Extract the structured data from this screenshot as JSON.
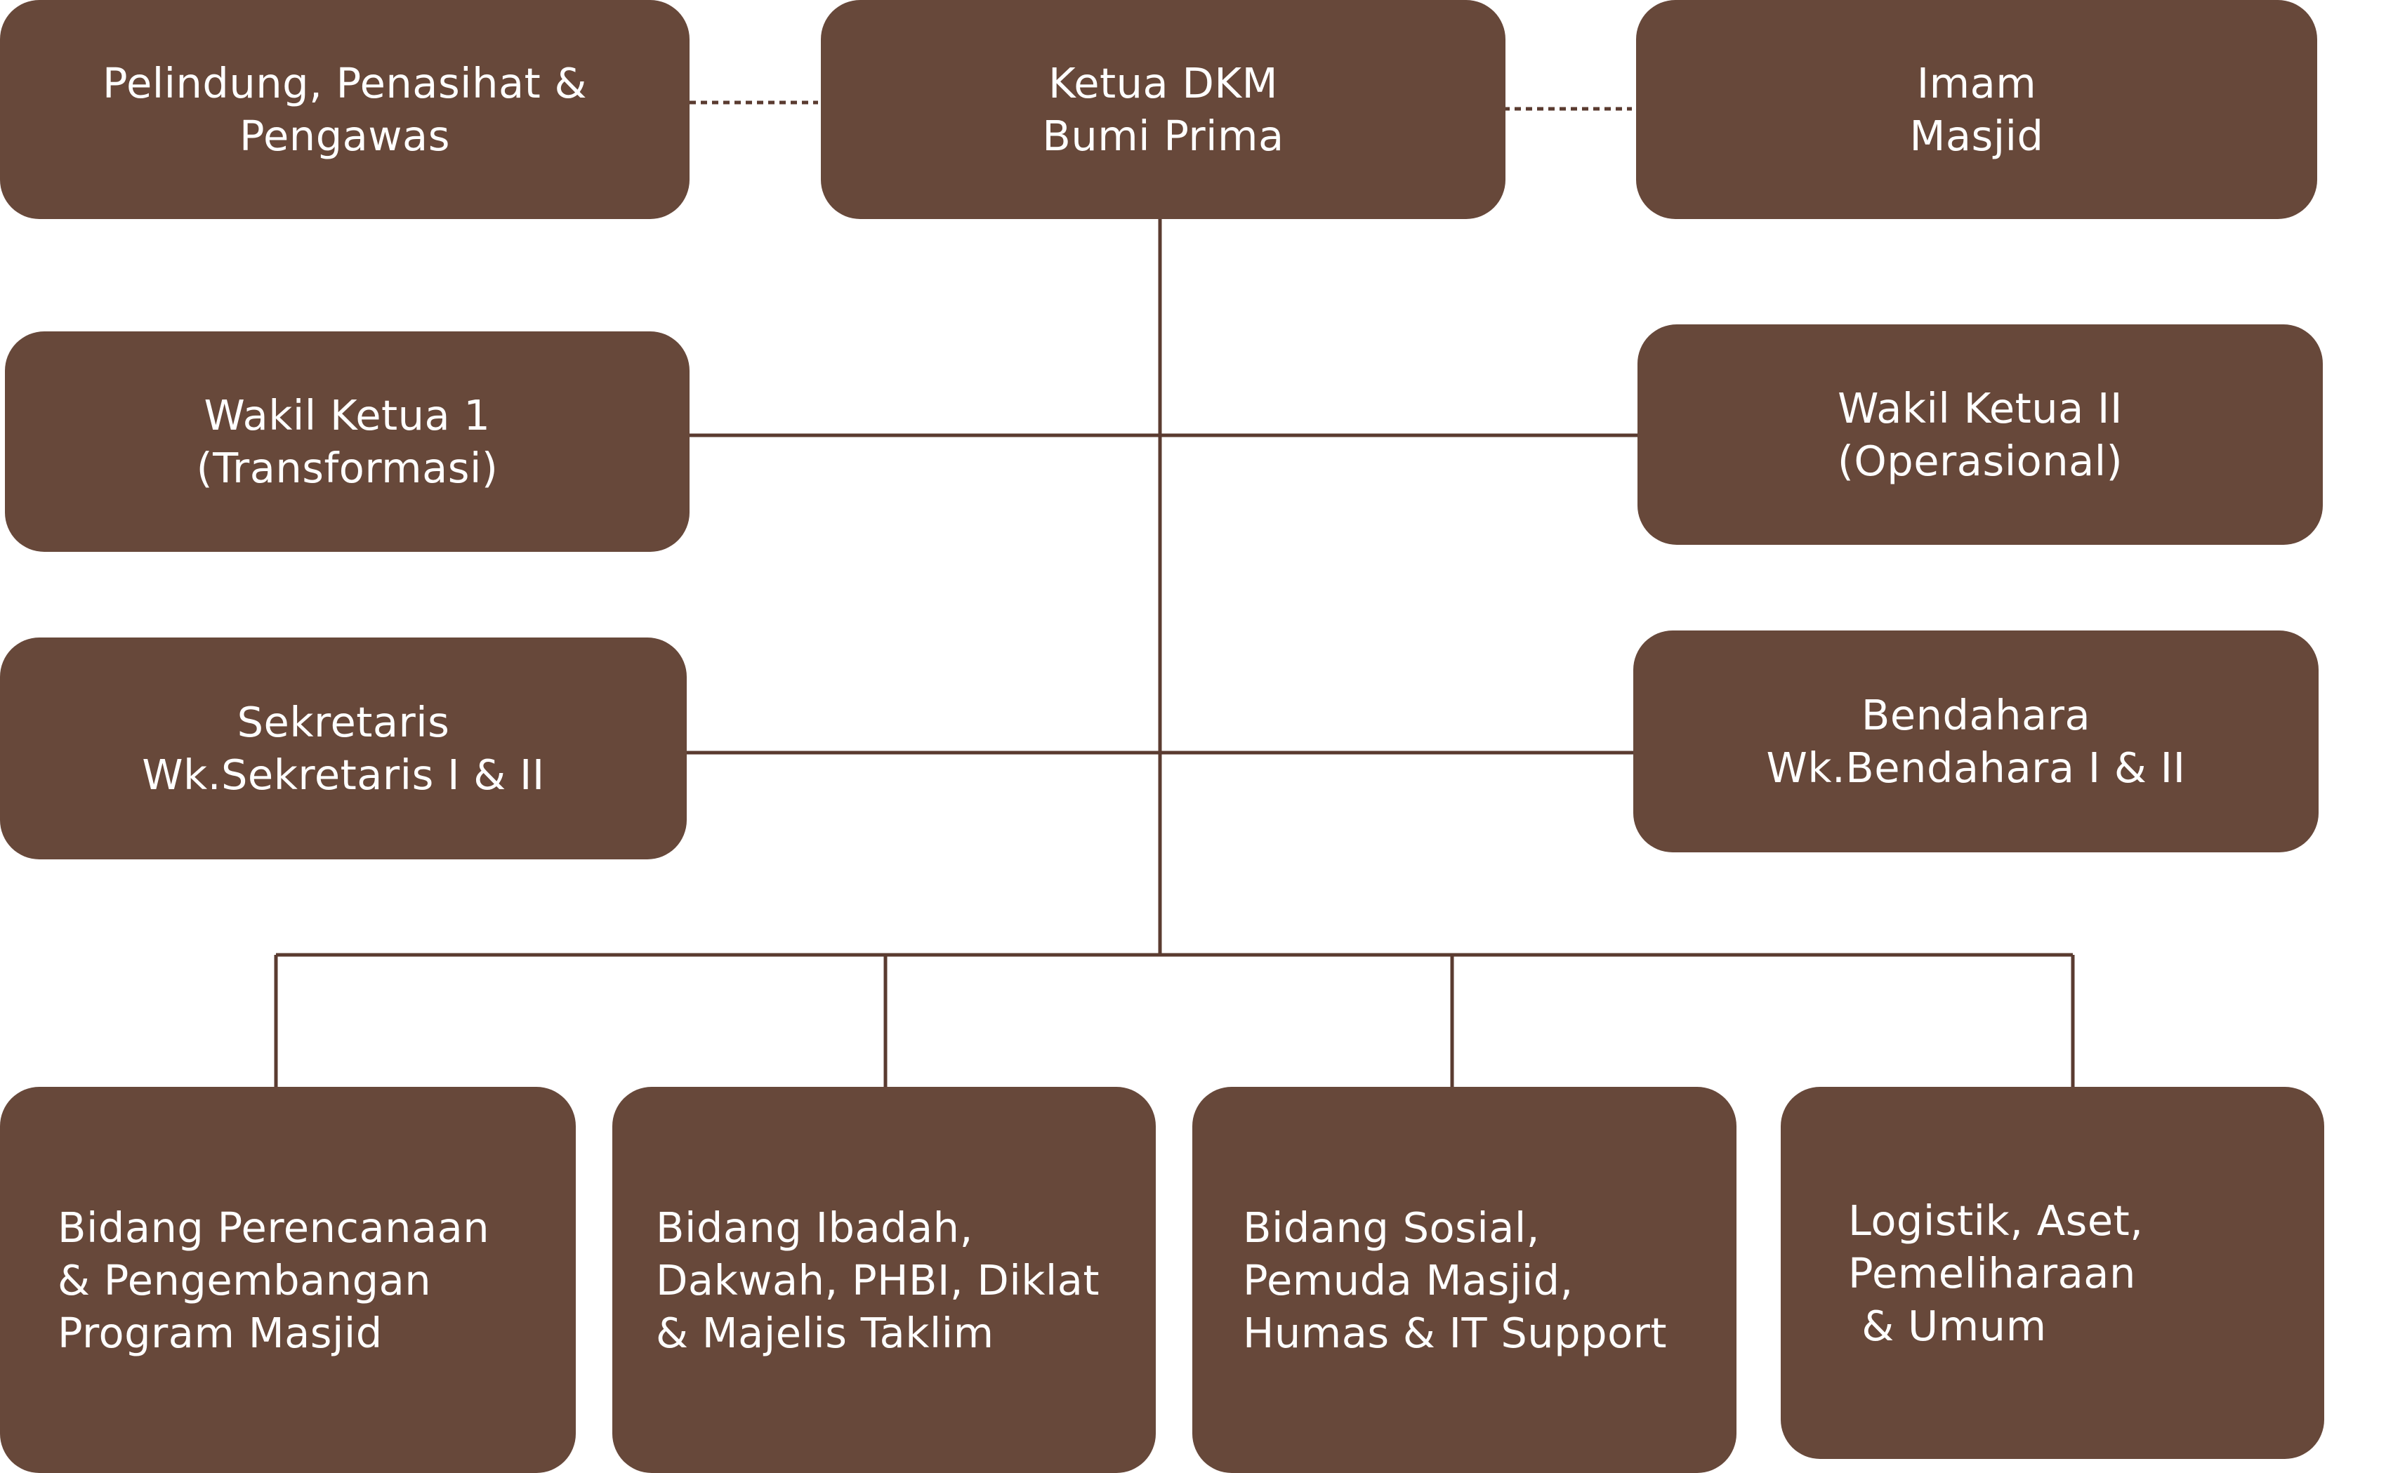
{
  "colors": {
    "box_fill": "#67483a",
    "box_text": "#ffffff",
    "connector": "#5a3b30",
    "background": "#ffffff"
  },
  "nodes": {
    "pelindung": {
      "lines": [
        "Pelindung, Penasihat &",
        "Pengawas"
      ]
    },
    "ketua": {
      "lines": [
        "Ketua DKM",
        "Bumi Prima"
      ]
    },
    "imam": {
      "lines": [
        "Imam",
        "Masjid"
      ]
    },
    "wakil1": {
      "lines": [
        "Wakil Ketua 1",
        "(Transformasi)"
      ]
    },
    "wakil2": {
      "lines": [
        "Wakil Ketua II",
        "(Operasional)"
      ]
    },
    "sekretaris": {
      "lines": [
        "Sekretaris",
        "Wk.Sekretaris I & II"
      ]
    },
    "bendahara": {
      "lines": [
        "Bendahara",
        "Wk.Bendahara I & II"
      ]
    },
    "bidang1": {
      "lines": [
        "Bidang Perencanaan",
        "& Pengembangan",
        "Program Masjid"
      ]
    },
    "bidang2": {
      "lines": [
        "Bidang Ibadah,",
        "Dakwah, PHBI, Diklat",
        "& Majelis Taklim"
      ]
    },
    "bidang3": {
      "lines": [
        "Bidang Sosial,",
        "Pemuda Masjid,",
        "Humas & IT Support"
      ]
    },
    "bidang4": {
      "lines": [
        "Logistik, Aset,",
        "Pemeliharaan",
        " & Umum"
      ]
    }
  }
}
